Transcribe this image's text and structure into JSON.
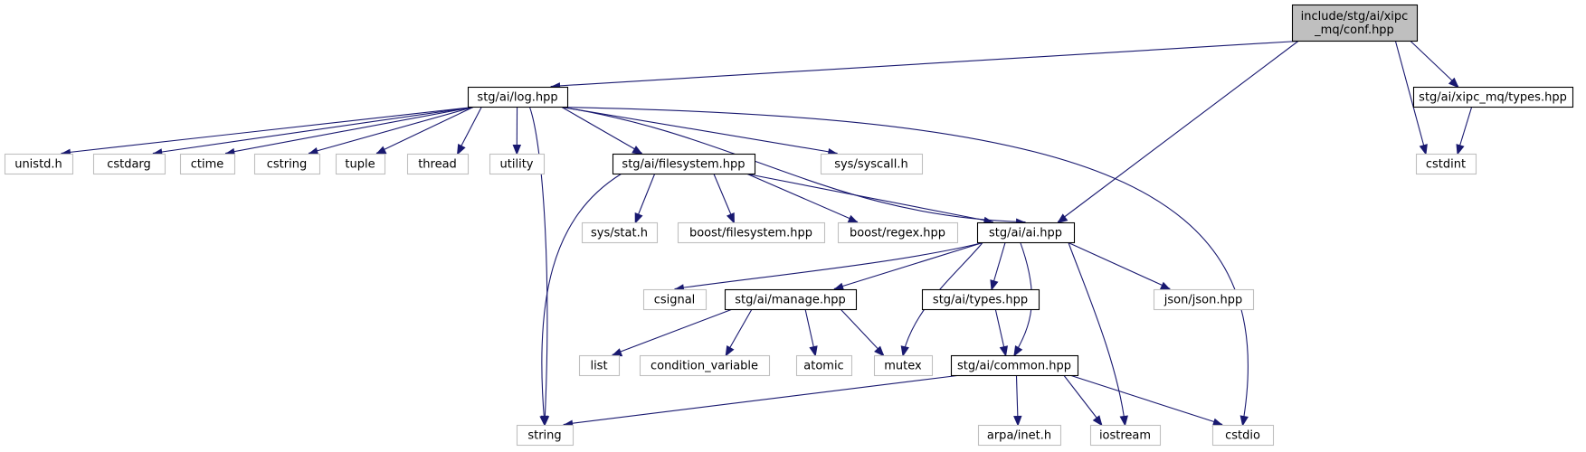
{
  "colors": {
    "edge": "#191970",
    "root_fill": "#bfbfbf",
    "local_border": "#000000",
    "system_border": "#bfbfbf",
    "system_text": "#404040"
  },
  "nodes": [
    {
      "id": "conf",
      "label_lines": [
        "include/stg/ai/xipc",
        "_mq/conf.hpp"
      ],
      "kind": "root"
    },
    {
      "id": "log",
      "label_lines": [
        "stg/ai/log.hpp"
      ],
      "kind": "local"
    },
    {
      "id": "xtypes",
      "label_lines": [
        "stg/ai/xipc_mq/types.hpp"
      ],
      "kind": "local"
    },
    {
      "id": "unistd",
      "label_lines": [
        "unistd.h"
      ],
      "kind": "system"
    },
    {
      "id": "cstdarg",
      "label_lines": [
        "cstdarg"
      ],
      "kind": "system"
    },
    {
      "id": "ctime",
      "label_lines": [
        "ctime"
      ],
      "kind": "system"
    },
    {
      "id": "cstring",
      "label_lines": [
        "cstring"
      ],
      "kind": "system"
    },
    {
      "id": "tuple",
      "label_lines": [
        "tuple"
      ],
      "kind": "system"
    },
    {
      "id": "thread",
      "label_lines": [
        "thread"
      ],
      "kind": "system"
    },
    {
      "id": "utility",
      "label_lines": [
        "utility"
      ],
      "kind": "system"
    },
    {
      "id": "fs",
      "label_lines": [
        "stg/ai/filesystem.hpp"
      ],
      "kind": "local"
    },
    {
      "id": "syscall",
      "label_lines": [
        "sys/syscall.h"
      ],
      "kind": "system"
    },
    {
      "id": "cstdint",
      "label_lines": [
        "cstdint"
      ],
      "kind": "system"
    },
    {
      "id": "stat",
      "label_lines": [
        "sys/stat.h"
      ],
      "kind": "system"
    },
    {
      "id": "bfs",
      "label_lines": [
        "boost/filesystem.hpp"
      ],
      "kind": "system"
    },
    {
      "id": "bregex",
      "label_lines": [
        "boost/regex.hpp"
      ],
      "kind": "system"
    },
    {
      "id": "ai",
      "label_lines": [
        "stg/ai/ai.hpp"
      ],
      "kind": "local"
    },
    {
      "id": "csignal",
      "label_lines": [
        "csignal"
      ],
      "kind": "system"
    },
    {
      "id": "manage",
      "label_lines": [
        "stg/ai/manage.hpp"
      ],
      "kind": "local"
    },
    {
      "id": "types",
      "label_lines": [
        "stg/ai/types.hpp"
      ],
      "kind": "local"
    },
    {
      "id": "json",
      "label_lines": [
        "json/json.hpp"
      ],
      "kind": "system"
    },
    {
      "id": "list",
      "label_lines": [
        "list"
      ],
      "kind": "system"
    },
    {
      "id": "condvar",
      "label_lines": [
        "condition_variable"
      ],
      "kind": "system"
    },
    {
      "id": "atomic",
      "label_lines": [
        "atomic"
      ],
      "kind": "system"
    },
    {
      "id": "mutex",
      "label_lines": [
        "mutex"
      ],
      "kind": "system"
    },
    {
      "id": "common",
      "label_lines": [
        "stg/ai/common.hpp"
      ],
      "kind": "local"
    },
    {
      "id": "string",
      "label_lines": [
        "string"
      ],
      "kind": "system"
    },
    {
      "id": "inet",
      "label_lines": [
        "arpa/inet.h"
      ],
      "kind": "system"
    },
    {
      "id": "iostream",
      "label_lines": [
        "iostream"
      ],
      "kind": "system"
    },
    {
      "id": "cstdio",
      "label_lines": [
        "cstdio"
      ],
      "kind": "system"
    }
  ],
  "edges": [
    {
      "from": "conf",
      "to": "log"
    },
    {
      "from": "conf",
      "to": "ai"
    },
    {
      "from": "conf",
      "to": "cstdint"
    },
    {
      "from": "conf",
      "to": "xtypes"
    },
    {
      "from": "xtypes",
      "to": "cstdint"
    },
    {
      "from": "log",
      "to": "unistd"
    },
    {
      "from": "log",
      "to": "cstdarg"
    },
    {
      "from": "log",
      "to": "ctime"
    },
    {
      "from": "log",
      "to": "cstring"
    },
    {
      "from": "log",
      "to": "tuple"
    },
    {
      "from": "log",
      "to": "thread"
    },
    {
      "from": "log",
      "to": "utility"
    },
    {
      "from": "log",
      "to": "string"
    },
    {
      "from": "log",
      "to": "fs"
    },
    {
      "from": "log",
      "to": "ai"
    },
    {
      "from": "log",
      "to": "syscall"
    },
    {
      "from": "log",
      "to": "cstdio"
    },
    {
      "from": "fs",
      "to": "string"
    },
    {
      "from": "fs",
      "to": "stat"
    },
    {
      "from": "fs",
      "to": "bfs"
    },
    {
      "from": "fs",
      "to": "bregex"
    },
    {
      "from": "fs",
      "to": "ai"
    },
    {
      "from": "ai",
      "to": "csignal"
    },
    {
      "from": "ai",
      "to": "manage"
    },
    {
      "from": "ai",
      "to": "mutex"
    },
    {
      "from": "ai",
      "to": "types"
    },
    {
      "from": "ai",
      "to": "common"
    },
    {
      "from": "ai",
      "to": "iostream"
    },
    {
      "from": "ai",
      "to": "json"
    },
    {
      "from": "manage",
      "to": "list"
    },
    {
      "from": "manage",
      "to": "condvar"
    },
    {
      "from": "manage",
      "to": "atomic"
    },
    {
      "from": "manage",
      "to": "mutex"
    },
    {
      "from": "types",
      "to": "common"
    },
    {
      "from": "common",
      "to": "string"
    },
    {
      "from": "common",
      "to": "inet"
    },
    {
      "from": "common",
      "to": "iostream"
    },
    {
      "from": "common",
      "to": "cstdio"
    }
  ]
}
